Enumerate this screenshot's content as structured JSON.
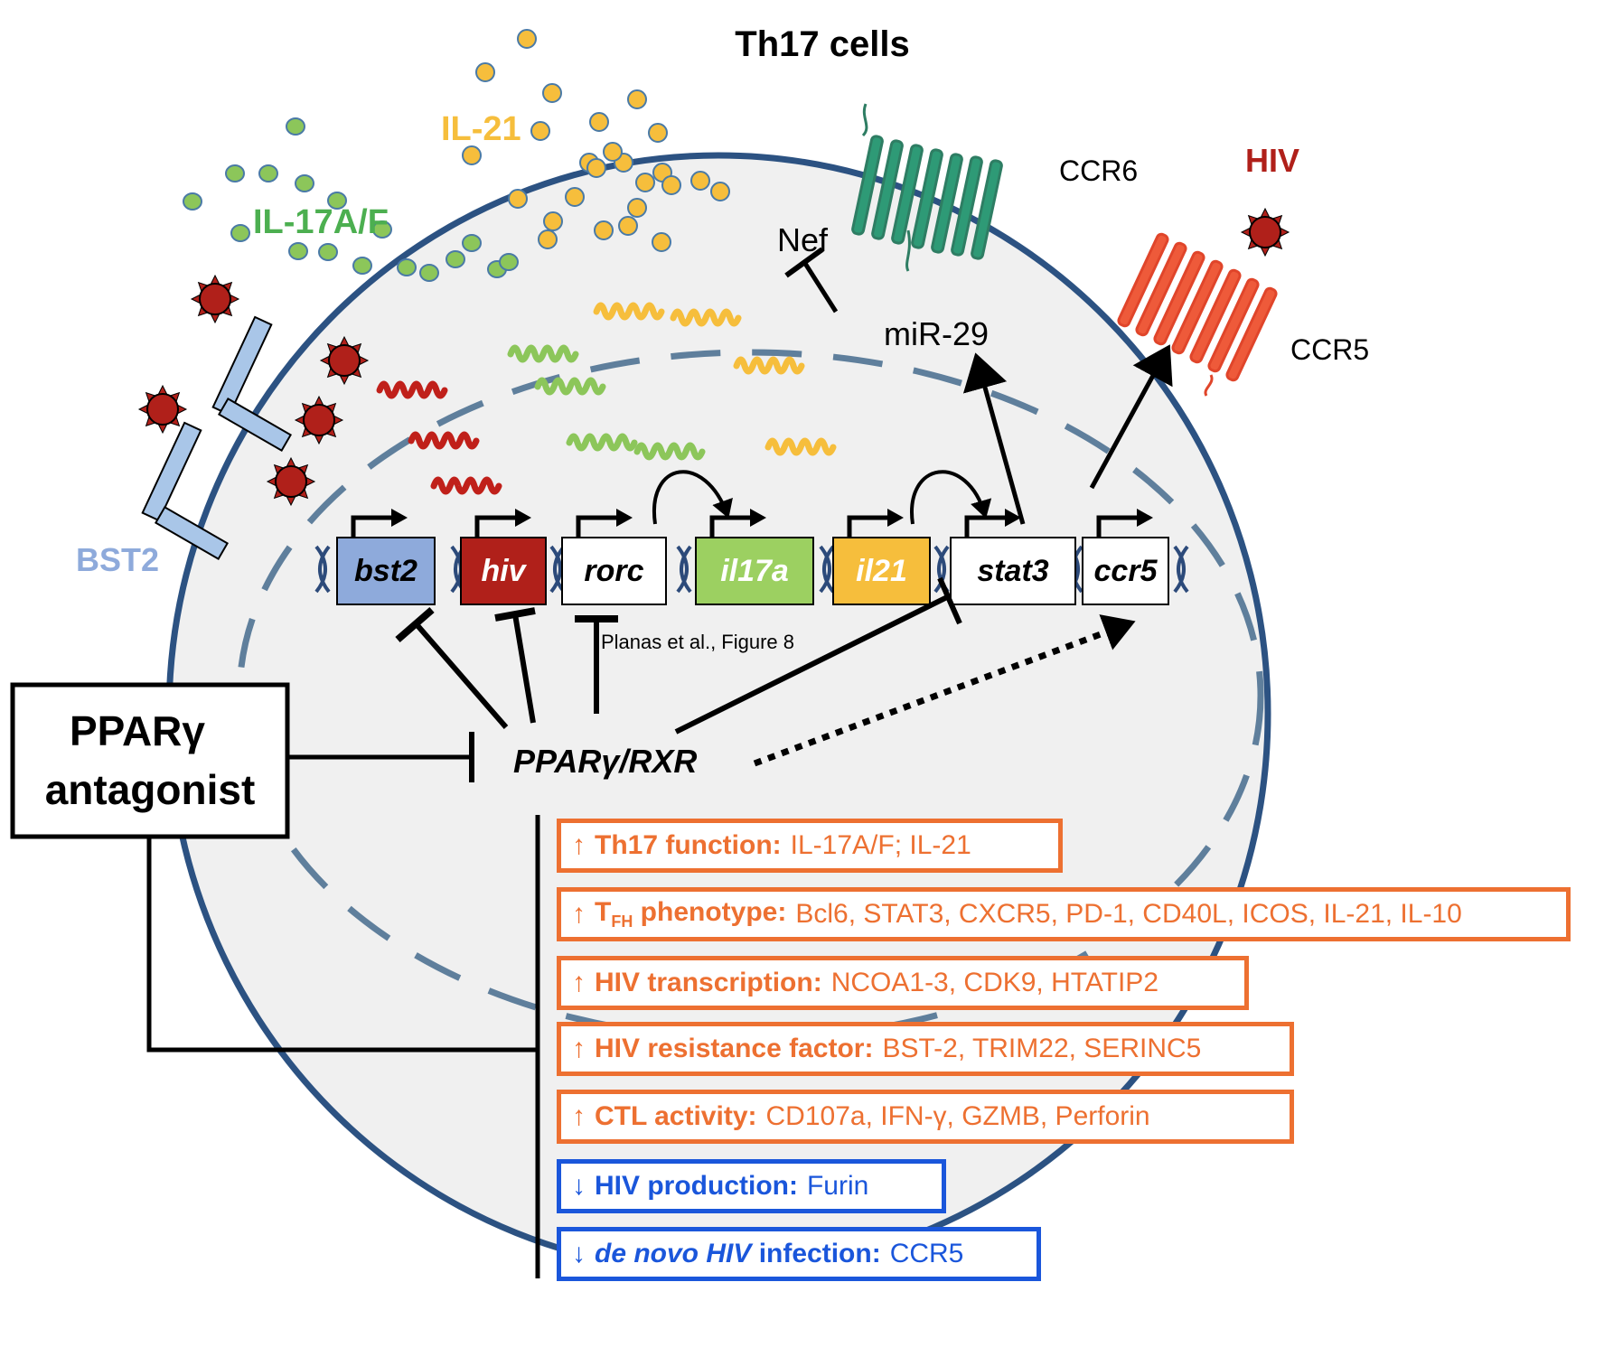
{
  "title": "Th17 cells",
  "extracellular": {
    "il17_label": "IL-17A/F",
    "il21_label": "IL-21",
    "bst2_label": "BST2",
    "hiv_label": "HIV",
    "ccr6_label": "CCR6",
    "ccr5_label": "CCR5"
  },
  "intracellular": {
    "nef_label": "Nef",
    "mir29_label": "miR-29",
    "pparg_rxr_label": "PPARγ/RXR",
    "citation": "Planas et al., Figure  8"
  },
  "genes": [
    {
      "name": "bst2",
      "color": "#8eaadb",
      "text_color": "#000000"
    },
    {
      "name": "hiv",
      "color": "#b0201a",
      "text_color": "#ffffff"
    },
    {
      "name": "rorc",
      "color": "#ffffff",
      "text_color": "#000000"
    },
    {
      "name": "il17a",
      "color": "#9cd061",
      "text_color": "#ffffff"
    },
    {
      "name": "il21",
      "color": "#f6be3c",
      "text_color": "#ffffff"
    },
    {
      "name": "stat3",
      "color": "#ffffff",
      "text_color": "#000000"
    },
    {
      "name": "ccr5",
      "color": "#ffffff",
      "text_color": "#000000"
    }
  ],
  "antagonist": {
    "line1": "PPARγ",
    "line2": "antagonist"
  },
  "outcomes": [
    {
      "direction": "up",
      "arrow": "↑",
      "label": "Th17 function:",
      "detail": "IL-17A/F; IL-21"
    },
    {
      "direction": "up",
      "arrow": "↑",
      "label_prefix": "T",
      "label_sub": "FH",
      "label": " phenotype:",
      "detail": "Bcl6, STAT3, CXCR5, PD-1, CD40L, ICOS, IL-21, IL-10"
    },
    {
      "direction": "up",
      "arrow": "↑",
      "label": "HIV transcription:",
      "detail": "NCOA1-3, CDK9, HTATIP2"
    },
    {
      "direction": "up",
      "arrow": "↑",
      "label": "HIV resistance factor:",
      "detail": "BST-2, TRIM22, SERINC5"
    },
    {
      "direction": "up",
      "arrow": "↑",
      "label": "CTL activity:",
      "detail": "CD107a, IFN-γ, GZMB, Perforin"
    },
    {
      "direction": "down",
      "arrow": "↓",
      "label": "HIV production:",
      "detail": "Furin"
    },
    {
      "direction": "down",
      "arrow": "↓",
      "label_italic": "de novo HIV",
      "label": " infection:",
      "detail": "CCR5"
    }
  ],
  "colors": {
    "membrane": "#2c5282",
    "nucleus_dash": "#5f7f9c",
    "cytoplasm": "#f0f0f0",
    "il17_dot": "#8cc65a",
    "il21_dot": "#f6be3c",
    "virus": "#b0201a",
    "ccr6": "#2e9a76",
    "ccr5": "#ee5a3a",
    "bst2": "#a9c6e8",
    "il17_text": "#4caf50",
    "il21_text": "#f6be3c",
    "bst2_text": "#8eaadb",
    "hiv_text": "#b0201a",
    "up": "#ed7031",
    "down": "#1a56db"
  }
}
